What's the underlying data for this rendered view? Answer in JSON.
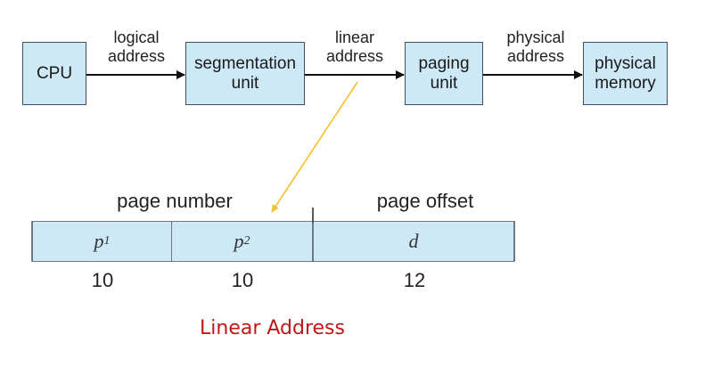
{
  "flow": {
    "cpu": "CPU",
    "segmentation_unit": [
      "segmentation",
      "unit"
    ],
    "paging_unit": [
      "paging",
      "unit"
    ],
    "physical_memory": [
      "physical",
      "memory"
    ],
    "logical_address_label": [
      "logical",
      "address"
    ],
    "linear_address_label": [
      "linear",
      "address"
    ],
    "physical_address_label": [
      "physical",
      "address"
    ]
  },
  "address_format": {
    "page_number_header": "page number",
    "page_offset_header": "page offset",
    "fields": [
      {
        "symbol": "p",
        "subscript": "1",
        "bits": "10"
      },
      {
        "symbol": "p",
        "subscript": "2",
        "bits": "10"
      },
      {
        "symbol": "d",
        "subscript": "",
        "bits": "12"
      }
    ]
  },
  "caption": "Linear Address",
  "colors": {
    "box_fill": "#cde8f6",
    "box_border": "#3f4f5a",
    "pointer_line": "#f2c12e",
    "caption": "#c01818"
  }
}
